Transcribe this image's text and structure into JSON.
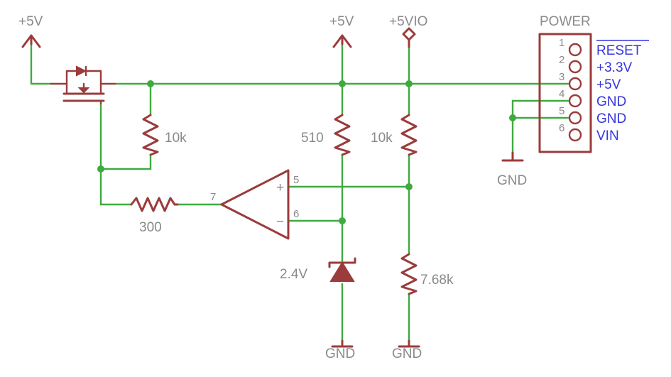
{
  "supplies": {
    "left_5v": "+5V",
    "mid_5v": "+5V",
    "vio": "+5VIO"
  },
  "grounds": {
    "connector_gnd": "GND",
    "zener_gnd": "GND",
    "divider_gnd": "GND"
  },
  "resistors": {
    "r_gate": "10k",
    "r_510": "510",
    "r_top": "10k",
    "r_series": "300",
    "r_bottom": "7.68k"
  },
  "zener": {
    "label": "2.4V"
  },
  "opamp": {
    "out_pin": "7",
    "plus_pin": "5",
    "minus_pin": "6",
    "plus_sign": "+",
    "minus_sign": "−"
  },
  "connector": {
    "title": "POWER",
    "pins": [
      {
        "num": "1",
        "net": "RESET",
        "overbar": true
      },
      {
        "num": "2",
        "net": "+3.3V",
        "overbar": false
      },
      {
        "num": "3",
        "net": "+5V",
        "overbar": false
      },
      {
        "num": "4",
        "net": "GND",
        "overbar": false
      },
      {
        "num": "5",
        "net": "GND",
        "overbar": false
      },
      {
        "num": "6",
        "net": "VIN",
        "overbar": false
      }
    ]
  },
  "colors": {
    "wire": "#3faa3f",
    "component": "#9b3b3b",
    "label": "#8a8a8a",
    "net_label": "#3535e0"
  }
}
